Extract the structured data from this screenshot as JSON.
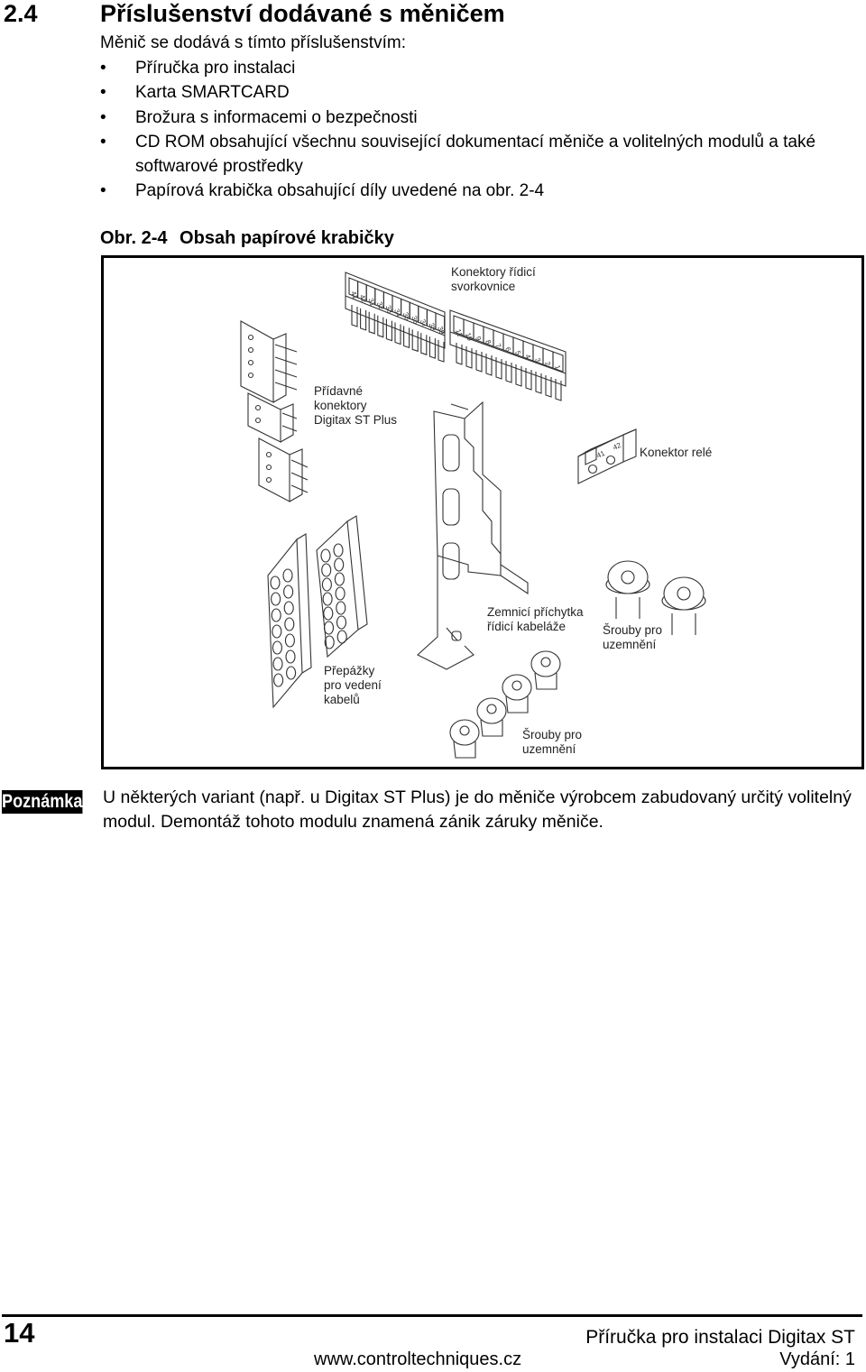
{
  "section": {
    "number": "2.4",
    "title": "Příslušenství dodávané s měničem",
    "intro": "Měnič se dodává s tímto příslušenstvím:"
  },
  "bullets": [
    {
      "marker": "•",
      "text": "Příručka pro instalaci"
    },
    {
      "marker": "•",
      "text": "Karta SMARTCARD"
    },
    {
      "marker": "•",
      "text": "Brožura s informacemi o bezpečnosti"
    },
    {
      "marker": "•",
      "text": "CD ROM obsahující všechnu související dokumentací měniče a volitelných modulů a také softwarové prostředky"
    },
    {
      "marker": "•",
      "text": "Papírová krabička obsahující díly uvedené na obr. 2-4"
    }
  ],
  "figure": {
    "number": "Obr. 2-4",
    "title": "Obsah papírové krabičky",
    "labels": {
      "control_terminals": [
        "Konektory řídicí",
        "svorkovnice"
      ],
      "extra_connectors": [
        "Přídavné",
        "konektory",
        "Digitax ST Plus"
      ],
      "relay_connector": [
        "Konektor relé"
      ],
      "grounding_clamp": [
        "Zemnicí příchytka",
        "řídicí kabeláže"
      ],
      "grounding_screws_1": [
        "Šrouby pro",
        "uzemnění"
      ],
      "cable_partitions": [
        "Přepážky",
        "pro vedení",
        "kabelů"
      ],
      "grounding_screws_2": [
        "Šrouby pro",
        "uzemnění"
      ]
    },
    "terminal_numbers_left": [
      "41",
      "42",
      "31",
      "32",
      "33",
      "34",
      "35",
      "36",
      "37",
      "38",
      "39"
    ],
    "terminal_numbers_right": [
      "11",
      "10",
      "9",
      "8",
      "7",
      "6",
      "5",
      "4",
      "3",
      "2",
      "1"
    ],
    "relay_numbers": [
      "41",
      "42"
    ]
  },
  "note": {
    "badge": "Poznámka",
    "text": "U některých variant (např. u Digitax ST Plus) je do měniče výrobcem zabudovaný určitý volitelný modul. Demontáž tohoto modulu znamená zánik záruky měniče."
  },
  "footer": {
    "page_number": "14",
    "manual_title": "Příručka pro instalaci Digitax ST",
    "website": "www.controltechniques.cz",
    "edition": "Vydání: 1"
  },
  "colors": {
    "ink": "#000000",
    "line": "#333333",
    "paper": "#ffffff"
  }
}
